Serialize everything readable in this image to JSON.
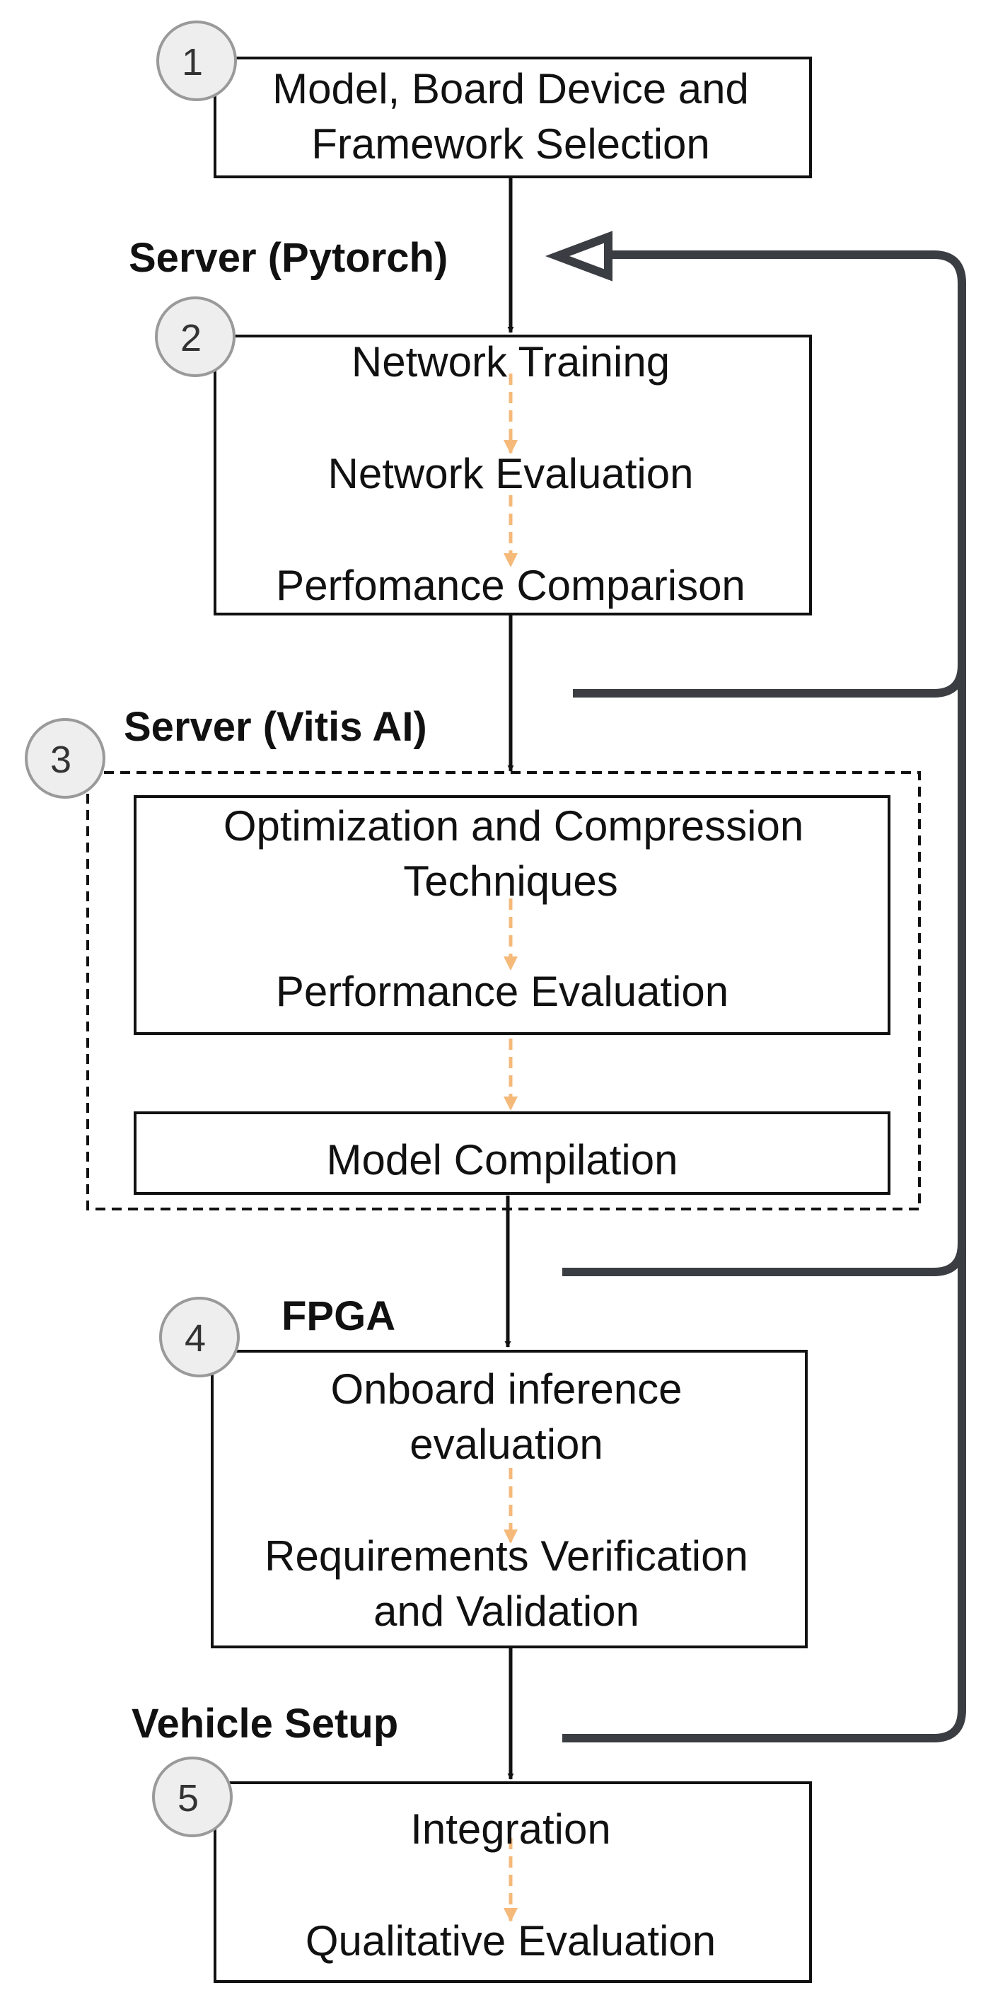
{
  "steps": {
    "s1": {
      "num": "1",
      "line1": "Model, Board Device and",
      "line2": "Framework Selection"
    },
    "s2": {
      "num": "2",
      "a": "Network Training",
      "b": "Network Evaluation",
      "c": "Perfomance Comparison"
    },
    "s3": {
      "num": "3",
      "a1": "Optimization and Compression",
      "a2": "Techniques",
      "b": "Performance Evaluation",
      "c": "Model Compilation"
    },
    "s4": {
      "num": "4",
      "a1": "Onboard inference",
      "a2": "evaluation",
      "b1": "Requirements Verification",
      "b2": "and Validation"
    },
    "s5": {
      "num": "5",
      "a": "Integration",
      "b": "Qualitative Evaluation"
    }
  },
  "labels": {
    "server_pytorch": "Server (Pytorch)",
    "server_vitis": "Server (Vitis AI)",
    "fpga": "FPGA",
    "vehicle": "Vehicle Setup"
  },
  "colors": {
    "line": "#111111",
    "feedback": "#3a3d42",
    "dashed_arrow": "#f5b97a",
    "circle_fill": "#eeeeee",
    "circle_stroke": "#9a9a9a"
  }
}
